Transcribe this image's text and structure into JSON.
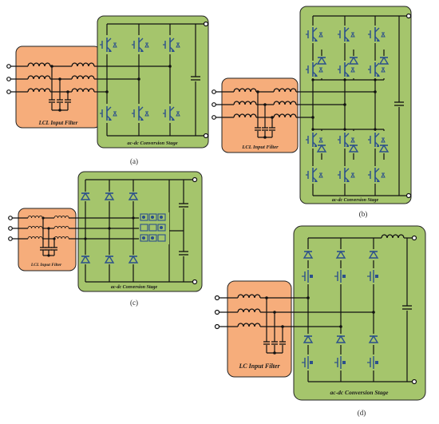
{
  "colors": {
    "filter_fill": "#f6ad7b",
    "converter_fill": "#a5c56c",
    "line": "#111111",
    "device": "#2b4f8c"
  },
  "panels": [
    {
      "id": "a",
      "caption": "(a)",
      "filter_label": "LCL Input Filter",
      "stage_label": "ac-dc Conversion Stage"
    },
    {
      "id": "b",
      "caption": "(b)",
      "filter_label": "LCL Input Filter",
      "stage_label": "ac-dc Conversion Stage"
    },
    {
      "id": "c",
      "caption": "(c)",
      "filter_label": "LCL Input Filter",
      "stage_label": "ac-dc Conversion Stage"
    },
    {
      "id": "d",
      "caption": "(d)",
      "filter_label": "LC Input Filter",
      "stage_label": "ac-dc Conversion Stage"
    }
  ]
}
